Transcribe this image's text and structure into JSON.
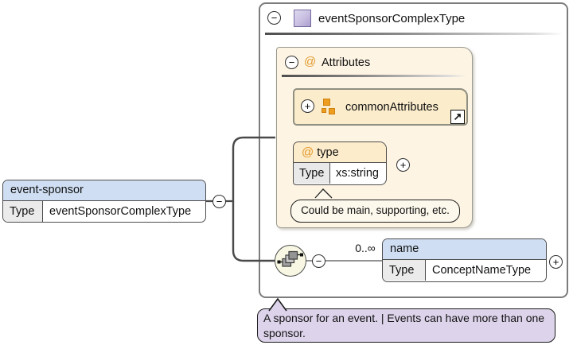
{
  "element": {
    "title": "event-sponsor",
    "type_label": "Type",
    "type_value": "eventSponsorComplexType"
  },
  "complex_type": {
    "title": "eventSponsorComplexType",
    "attributes_section": {
      "title": "Attributes",
      "attribute_group": {
        "label": "commonAttributes"
      },
      "attribute": {
        "name": "type",
        "type_label": "Type",
        "type_value": "xs:string",
        "note": "Could be main, supporting, etc."
      }
    },
    "sequence": {
      "cardinality": "0..∞",
      "child": {
        "title": "name",
        "type_label": "Type",
        "type_value": "ConceptNameType"
      }
    }
  },
  "annotation": {
    "text": "A sponsor for an event. | Events can have more than one sponsor."
  },
  "icons": {
    "collapse": "−",
    "expand": "+",
    "at": "@",
    "nav_arrow": "↗"
  },
  "colors": {
    "element_header": "#cfdef2",
    "type_cell": "#ebebeb",
    "attributes_bg": "#fdf4e3",
    "attribute_header": "#fceccb",
    "attribute_group_bg": "#fbeccb",
    "orange_accent": "#ef9d1f",
    "annotation_bg": "#ddd4eb",
    "complex_type_icon": "#c8bfe1",
    "connector": "#4a4a4a"
  }
}
